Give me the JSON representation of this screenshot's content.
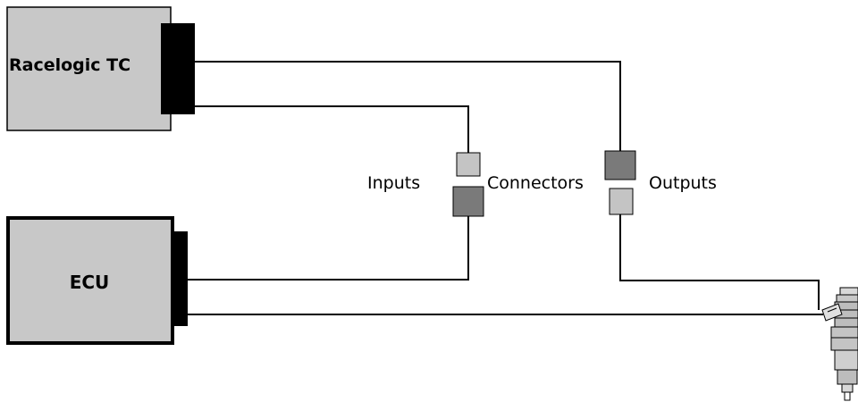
{
  "boxes": {
    "racelogic": {
      "title": "Racelogic TC"
    },
    "ecu": {
      "title": "ECU"
    }
  },
  "labels": {
    "inputs": "Inputs",
    "connectors": "Connectors",
    "outputs": "Outputs"
  },
  "colors": {
    "box_fill": "#c8c8c8",
    "box_border": "#000000",
    "connector_dark": "#7a7a7a",
    "connector_light": "#c4c4c4",
    "wire": "#000000",
    "background": "#ffffff"
  },
  "icons": {
    "injector": "fuel-injector-icon"
  }
}
